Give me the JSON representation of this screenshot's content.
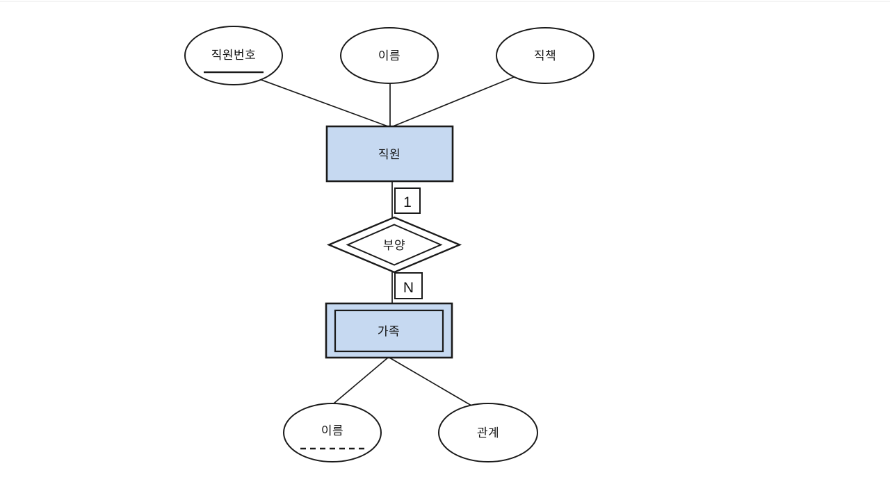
{
  "diagram": {
    "type": "er-diagram",
    "colors": {
      "entity_fill": "#c6d9f1",
      "stroke": "#1a1a1a",
      "background": "#ffffff"
    },
    "entities": [
      {
        "id": "employee",
        "label": "직원",
        "kind": "strong"
      },
      {
        "id": "family",
        "label": "가족",
        "kind": "weak"
      }
    ],
    "relationship": {
      "label": "부양",
      "kind": "identifying",
      "cardinality_employee_side": "1",
      "cardinality_family_side": "N"
    },
    "attributes": [
      {
        "label": "직원번호",
        "owner": "employee",
        "key": "primary"
      },
      {
        "label": "이름",
        "owner": "employee",
        "key": "none"
      },
      {
        "label": "직책",
        "owner": "employee",
        "key": "none"
      },
      {
        "label": "이름",
        "owner": "family",
        "key": "partial"
      },
      {
        "label": "관계",
        "owner": "family",
        "key": "none"
      }
    ]
  }
}
